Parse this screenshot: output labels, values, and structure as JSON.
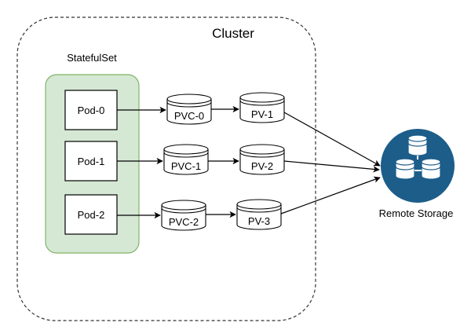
{
  "cluster": {
    "label": "Cluster"
  },
  "statefulset": {
    "label": "StatefulSet"
  },
  "pods": [
    {
      "label": "Pod-0"
    },
    {
      "label": "Pod-1"
    },
    {
      "label": "Pod-2"
    }
  ],
  "pvcs": [
    {
      "label": "PVC-0"
    },
    {
      "label": "PVC-1"
    },
    {
      "label": "PVC-2"
    }
  ],
  "pvs": [
    {
      "label": "PV-1"
    },
    {
      "label": "PV-2"
    },
    {
      "label": "PV-3"
    }
  ],
  "remote_storage": {
    "label": "Remote Storage",
    "icon": "database-icon"
  },
  "colors": {
    "statefulset_fill": "#d5e8d4",
    "statefulset_stroke": "#82b366",
    "storage_fill": "#1c5d8a",
    "line": "#000000"
  }
}
